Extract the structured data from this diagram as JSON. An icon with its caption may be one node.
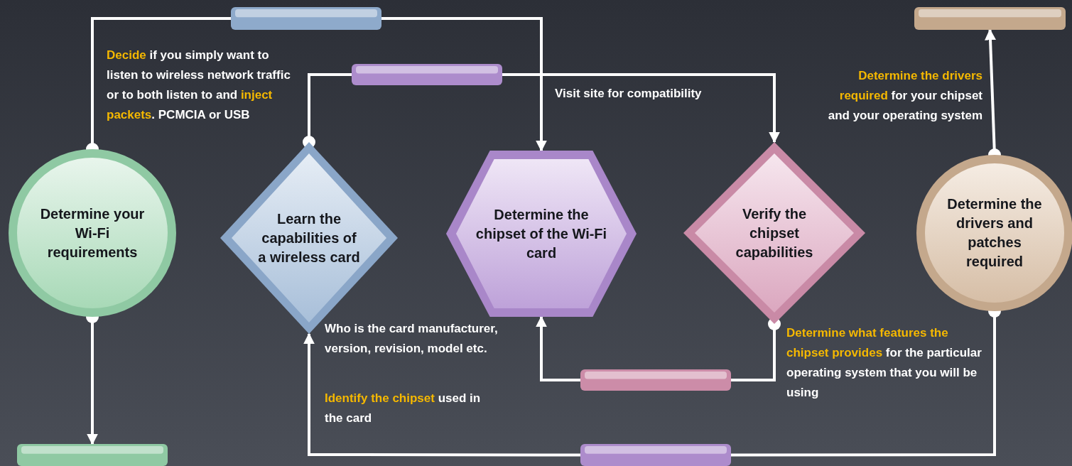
{
  "diagram": {
    "nodes": [
      {
        "text": [],
        "shape": "bar"
      },
      {
        "text": [],
        "shape": "bar"
      },
      {
        "text": [],
        "shape": "bar"
      },
      {
        "text": [
          "Determine your Wi-Fi requirements"
        ]
      },
      {
        "text": [
          "Learn the capabilities of a wireless card"
        ]
      },
      {
        "text": [
          "Determine the chipset of the Wi-Fi card"
        ]
      },
      {
        "text": [
          "Verify the chipset capabilities"
        ]
      },
      {
        "text": [
          "Determine the drivers and patches required"
        ]
      },
      {
        "text": [],
        "shape": "bar"
      },
      {
        "text": [],
        "shape": "bar"
      },
      {
        "text": [],
        "shape": "bar"
      }
    ],
    "edges": [
      {
        "from": 3,
        "to": 0,
        "arrow": "other"
      },
      {
        "from": 0,
        "to": 5,
        "arrow": "to"
      },
      {
        "from": 4,
        "to": 2,
        "arrow": "other"
      },
      {
        "from": 2,
        "to": 6,
        "arrow": "to"
      },
      {
        "from": 6,
        "to": 8,
        "arrow": "other"
      },
      {
        "from": 8,
        "to": 5,
        "arrow": "to"
      },
      {
        "from": 7,
        "to": 10,
        "arrow": "other"
      },
      {
        "from": 10,
        "to": 4,
        "arrow": "to"
      },
      {
        "from": 7,
        "to": 1,
        "arrow": "to"
      },
      {
        "from": 3,
        "to": 9,
        "arrow": "to"
      }
    ],
    "labels": [
      "**Decide** if you simply want to listen to wireless network traffic or to both listen to and **inject packets**. PCMCIA or USB",
      "Visit site for compatibility",
      "**Determine the drivers required** for your chipset and your operating system",
      "Who is the card manufacturer, version, revision, model etc.",
      "**Identify the chipset** used in the card",
      "**Determine what features the chipset provides** for the particular operating system that you will be using"
    ]
  }
}
